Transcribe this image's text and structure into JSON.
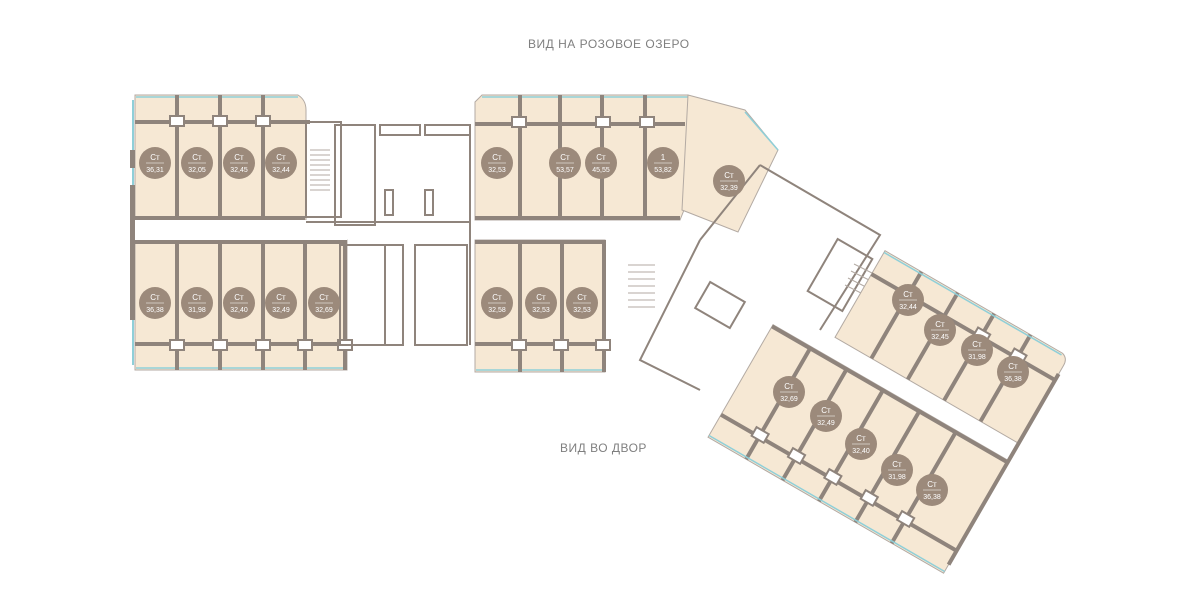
{
  "labels": {
    "view_top": "ВИД  НА РОЗОВОЕ ОЗЕРО",
    "view_bottom": "ВИД ВО ДВОР"
  },
  "colors": {
    "apartment_fill": "#f6e8d4",
    "badge": "#9c8a7b",
    "wall": "#8f847c",
    "glass": "#8fcfd8",
    "line": "#b3aaa3"
  },
  "apartments": [
    {
      "type": "Ст",
      "area": "36,31"
    },
    {
      "type": "Ст",
      "area": "32,05"
    },
    {
      "type": "Ст",
      "area": "32,45"
    },
    {
      "type": "Ст",
      "area": "32,44"
    },
    {
      "type": "Ст",
      "area": "36,38"
    },
    {
      "type": "Ст",
      "area": "31,98"
    },
    {
      "type": "Ст",
      "area": "32,40"
    },
    {
      "type": "Ст",
      "area": "32,49"
    },
    {
      "type": "Ст",
      "area": "32,69"
    },
    {
      "type": "Ст",
      "area": "32,53"
    },
    {
      "type": "Ст",
      "area": "53,57"
    },
    {
      "type": "Ст",
      "area": "45,55"
    },
    {
      "type": "1",
      "area": "53,82"
    },
    {
      "type": "Ст",
      "area": "32,39"
    },
    {
      "type": "Ст",
      "area": "32,58"
    },
    {
      "type": "Ст",
      "area": "32,53"
    },
    {
      "type": "Ст",
      "area": "32,53"
    },
    {
      "type": "Ст",
      "area": "32,44"
    },
    {
      "type": "Ст",
      "area": "32,45"
    },
    {
      "type": "Ст",
      "area": "31,98"
    },
    {
      "type": "Ст",
      "area": "36,38"
    },
    {
      "type": "Ст",
      "area": "32,69"
    },
    {
      "type": "Ст",
      "area": "32,49"
    },
    {
      "type": "Ст",
      "area": "32,40"
    },
    {
      "type": "Ст",
      "area": "31,98"
    },
    {
      "type": "Ст",
      "area": "36,38"
    }
  ]
}
